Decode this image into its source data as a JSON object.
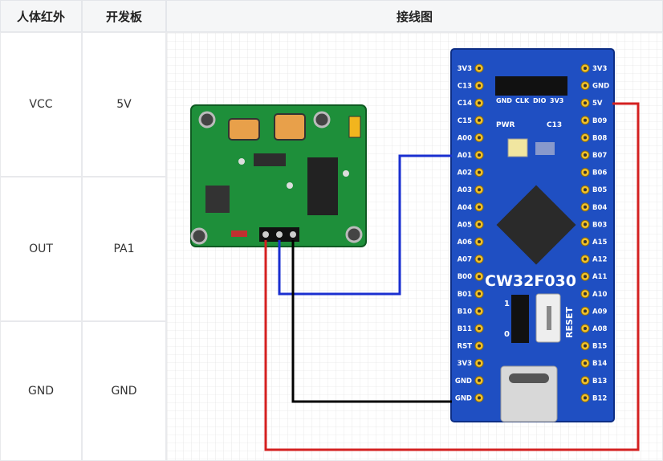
{
  "table": {
    "headers": [
      "人体红外",
      "开发板",
      "接线图"
    ],
    "rows": [
      {
        "sensor": "VCC",
        "board": "5V"
      },
      {
        "sensor": "OUT",
        "board": "PA1"
      },
      {
        "sensor": "GND",
        "board": "GND"
      }
    ]
  },
  "board": {
    "name": "CW32F030",
    "left_pins": [
      "3V3",
      "C13",
      "C14",
      "C15",
      "A00",
      "A01",
      "A02",
      "A03",
      "A04",
      "A05",
      "A06",
      "A07",
      "B00",
      "B01",
      "B10",
      "B11",
      "RST",
      "3V3",
      "GND",
      "GND"
    ],
    "right_pins": [
      "3V3",
      "GND",
      "5V",
      "B09",
      "B08",
      "B07",
      "B06",
      "B05",
      "B04",
      "B03",
      "A15",
      "A12",
      "A11",
      "A10",
      "A09",
      "A08",
      "B15",
      "B14",
      "B13",
      "B12"
    ],
    "header_labels": [
      "GND",
      "CLK",
      "DIO",
      "3V3"
    ],
    "pwr_label": "PWR",
    "led_label": "C13",
    "reset_label": "RESET",
    "jumper_labels": [
      "1",
      "0"
    ]
  },
  "colors": {
    "board_blue": "#1f4fc2",
    "sensor_green": "#1e8f3a",
    "wire_red": "#d42020",
    "wire_blue": "#1a2fd0",
    "wire_black": "#000000"
  }
}
